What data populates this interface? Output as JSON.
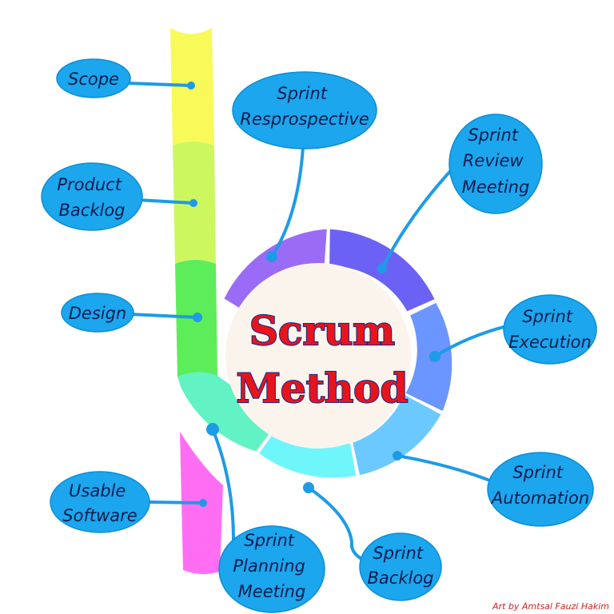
{
  "title": {
    "line1": "Scrum",
    "line2": "Method"
  },
  "credit": "Art by Amtsal Fauzi Hakim",
  "phases": [
    {
      "id": "scope",
      "lines": [
        "Scope"
      ]
    },
    {
      "id": "product-backlog",
      "lines": [
        "Product",
        "Backlog"
      ]
    },
    {
      "id": "design",
      "lines": [
        "Design"
      ]
    },
    {
      "id": "usable-software",
      "lines": [
        "Usable",
        "Software"
      ]
    }
  ],
  "sprint_steps": [
    {
      "id": "sprint-retrospective",
      "lines": [
        "Sprint",
        "Resprospective"
      ]
    },
    {
      "id": "sprint-review-meeting",
      "lines": [
        "Sprint",
        "Review",
        "Meeting"
      ]
    },
    {
      "id": "sprint-execution",
      "lines": [
        "Sprint",
        "Execution"
      ]
    },
    {
      "id": "sprint-automation",
      "lines": [
        "Sprint",
        "Automation"
      ]
    },
    {
      "id": "sprint-backlog",
      "lines": [
        "Sprint",
        "Backlog"
      ]
    },
    {
      "id": "sprint-planning-meeting",
      "lines": [
        "Sprint",
        "Planning",
        "Meeting"
      ]
    }
  ],
  "colors": {
    "bubble": "#1ba6ee",
    "bubble_edge": "#0b8ed6",
    "connector": "#1e9be6",
    "title": "#e8141c",
    "title_outline": "#1c2a86",
    "center_fill": "#fbf4ec",
    "scope": "#f8fa5a",
    "product_backlog": "#cdf75f",
    "design": "#5ded5a",
    "usable_software": "#ff6ef2",
    "sprint_retrospective": "#9a6cf5",
    "sprint_review_meeting": "#6b62f5",
    "sprint_execution": "#6b95ff",
    "sprint_automation": "#6bc9ff",
    "sprint_backlog": "#6ff6fb",
    "sprint_planning_meeting": "#62f2c3"
  }
}
